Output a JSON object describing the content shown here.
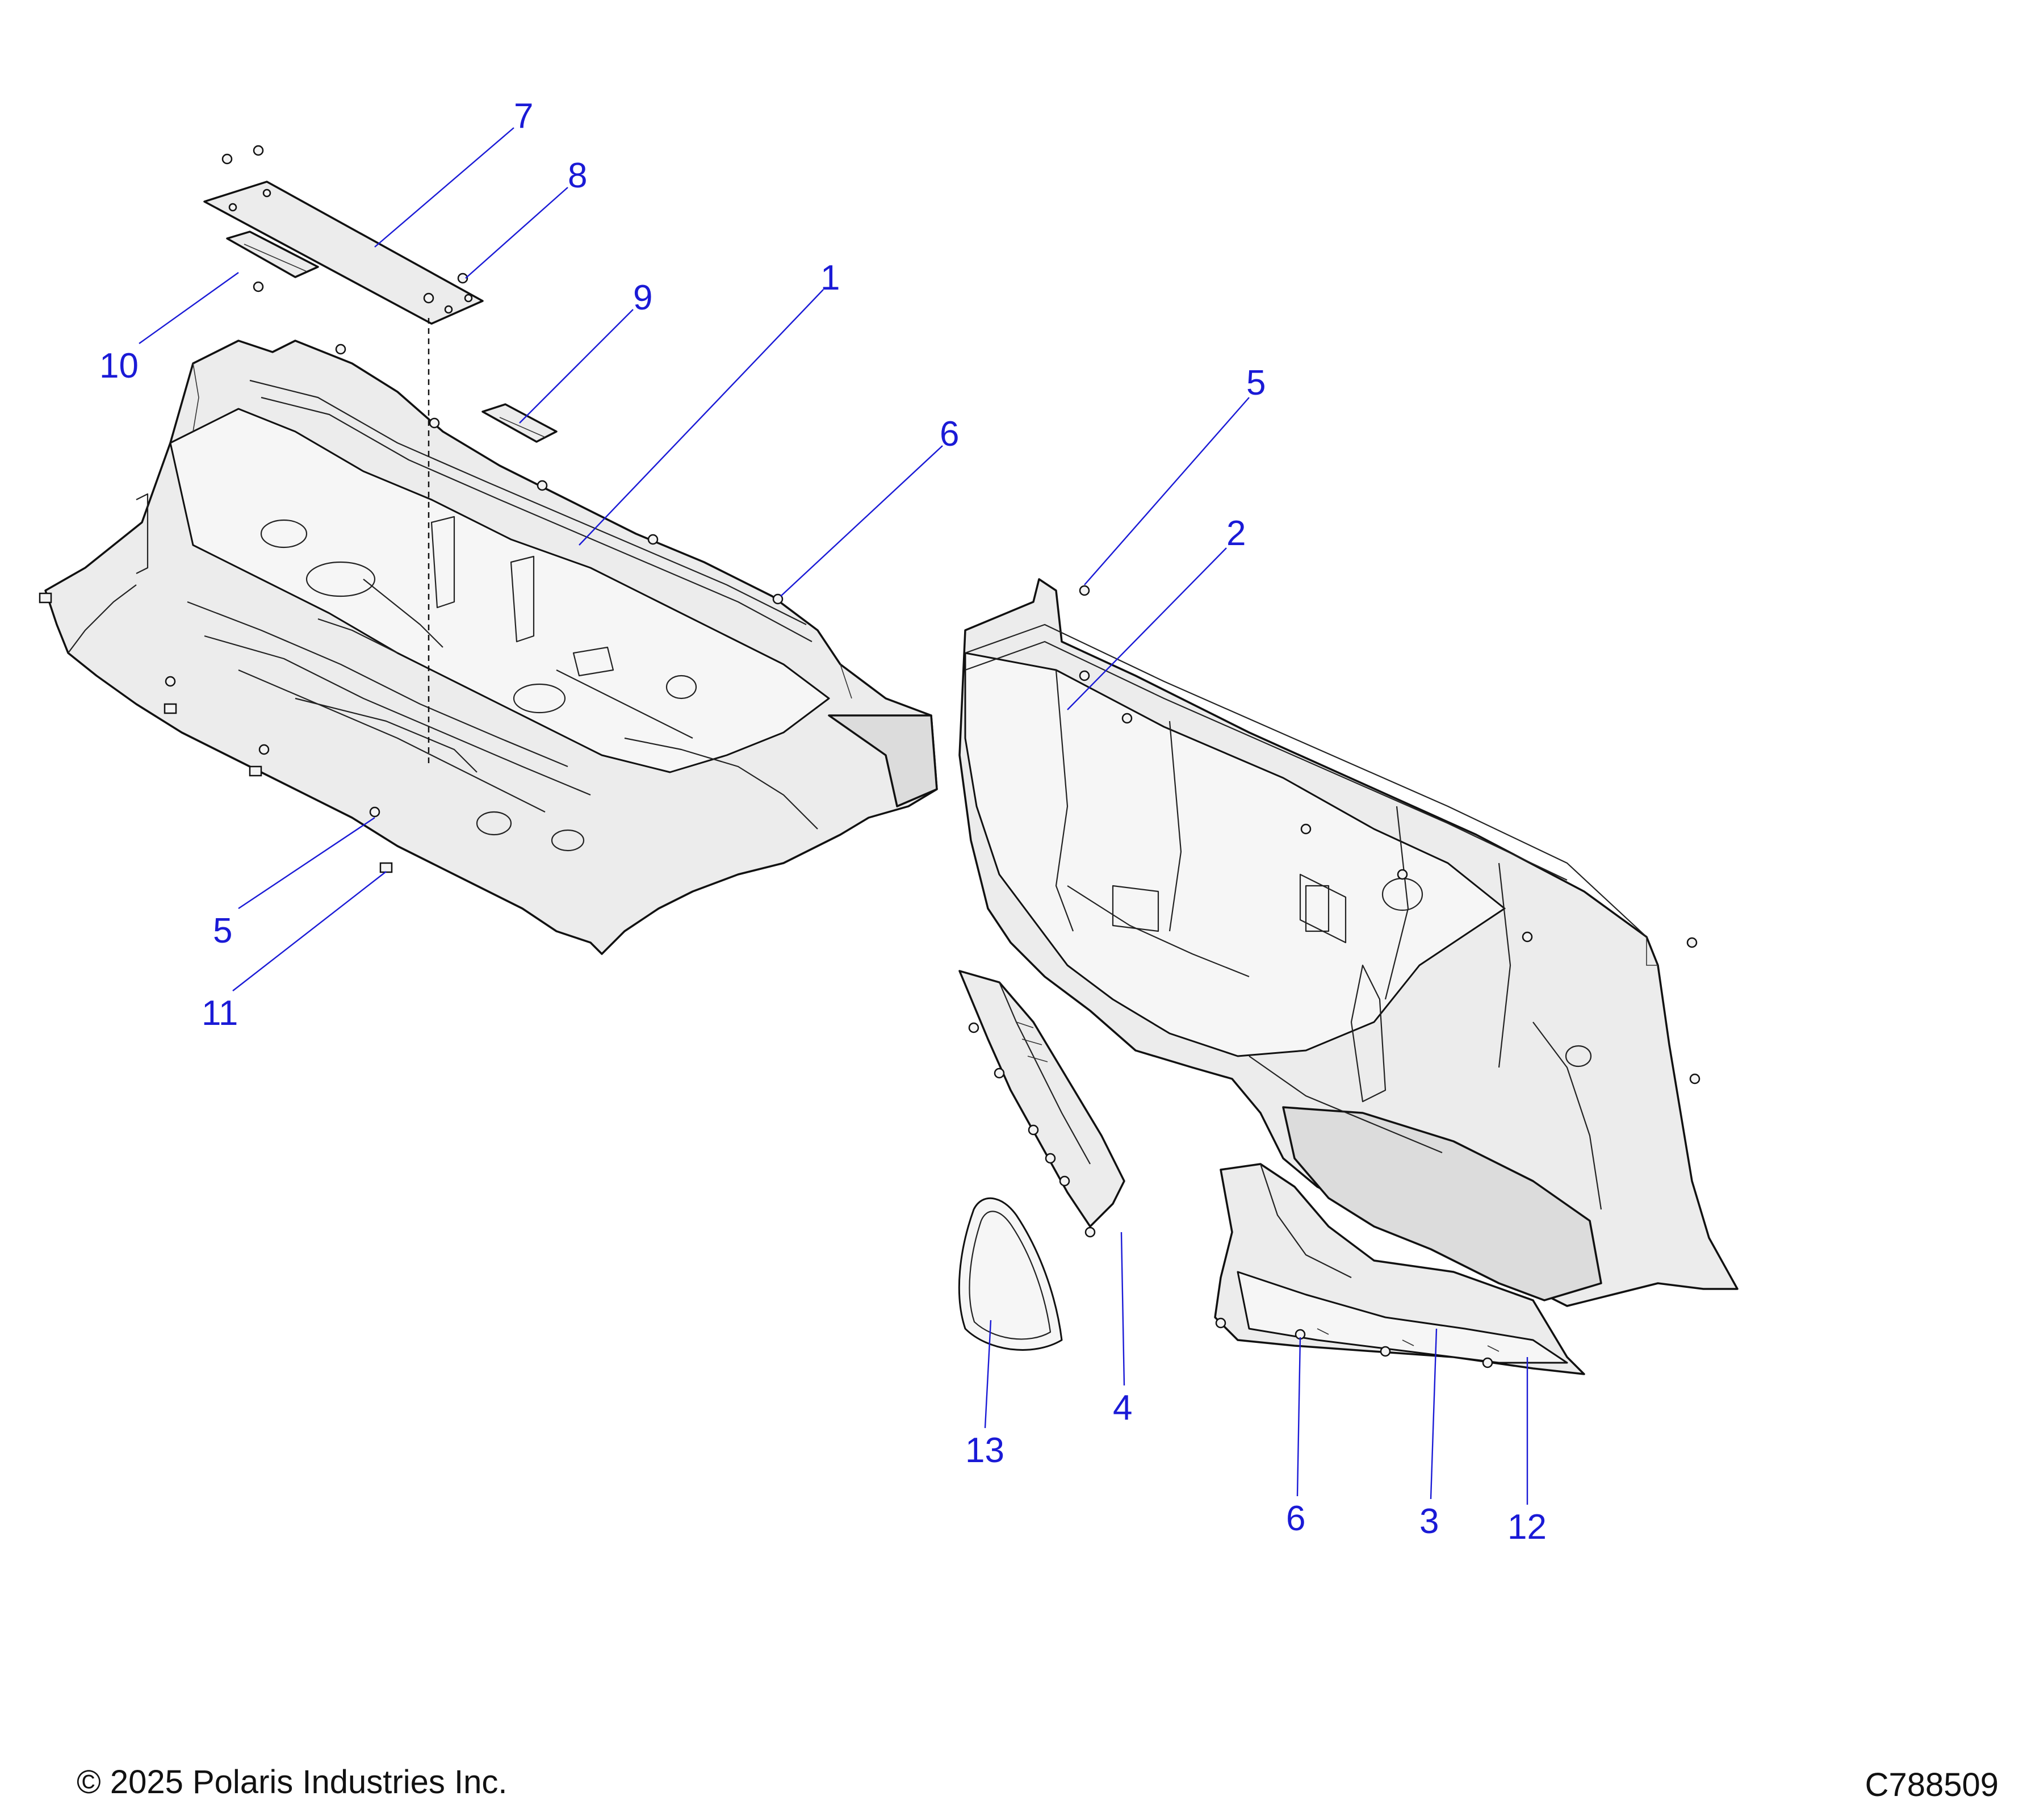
{
  "callouts": {
    "c1": "1",
    "c2": "2",
    "c3": "3",
    "c4": "4",
    "c5a": "5",
    "c5b": "5",
    "c6a": "6",
    "c6b": "6",
    "c7": "7",
    "c8": "8",
    "c9": "9",
    "c10": "10",
    "c11": "11",
    "c12": "12",
    "c13": "13"
  },
  "footer": {
    "copyright": "© 2025 Polaris Industries Inc.",
    "drawing_number": "C788509"
  },
  "colors": {
    "callout_blue": "#1a1ad6",
    "line_black": "#111111",
    "part_fill": "#ececec"
  }
}
